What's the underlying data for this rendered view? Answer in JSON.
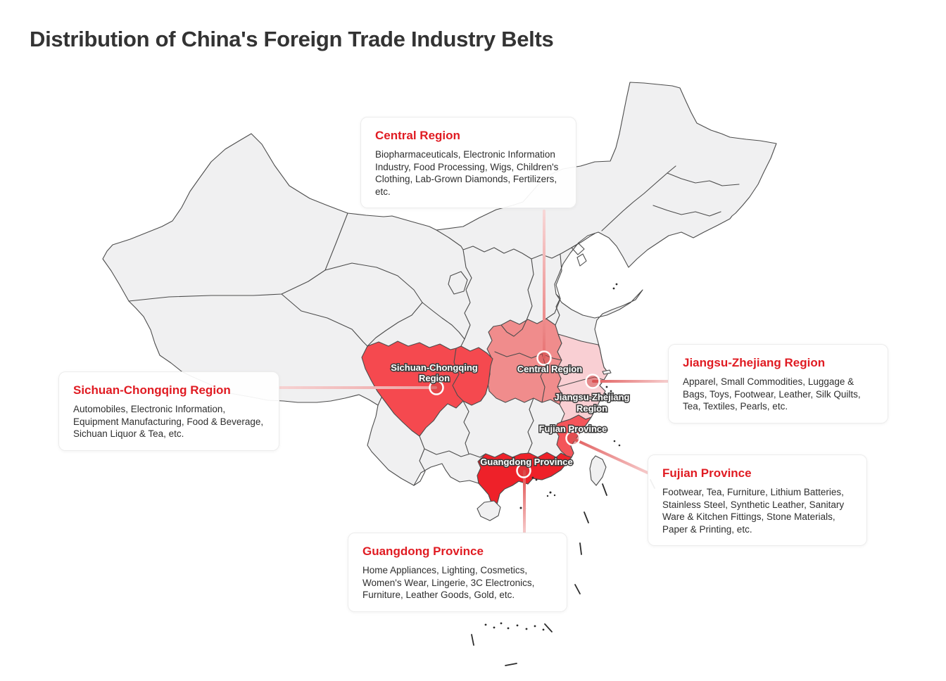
{
  "page": {
    "title": "Distribution of China's Foreign Trade Industry Belts"
  },
  "colors": {
    "province_gray": "#f0f0f1",
    "border_gray": "#4c4c4c",
    "sichuan_chongqing": "#f5494f",
    "central": "#f08c8c",
    "jiangsu_zhejiang": "#f9cfd3",
    "fujian": "#f4555a",
    "guangdong": "#ee2129",
    "callout_title_red": "#e01b22"
  },
  "map_labels": {
    "sichuan_line1": "Sichuan-Chongqing",
    "sichuan_line2": "Region",
    "central": "Central Region",
    "jiangsu_line1": "Jiangsu-Zhejiang",
    "jiangsu_line2": "Region",
    "fujian": "Fujian Province",
    "guangdong": "Guangdong Province"
  },
  "callouts": {
    "central": {
      "title": "Central Region",
      "body": "Biopharmaceuticals, Electronic Information Industry, Food Processing, Wigs, Children's Clothing, Lab-Grown Diamonds, Fertilizers, etc."
    },
    "sichuan": {
      "title": "Sichuan-Chongqing Region",
      "body": "Automobiles, Electronic Information, Equipment Manufacturing, Food & Beverage, Sichuan Liquor & Tea, etc."
    },
    "jiangsu": {
      "title": "Jiangsu-Zhejiang Region",
      "body": "Apparel, Small Commodities, Luggage & Bags, Toys, Footwear, Leather, Silk Quilts, Tea, Textiles, Pearls, etc."
    },
    "fujian": {
      "title": "Fujian Province",
      "body": "Footwear, Tea, Furniture, Lithium Batteries, Stainless Steel, Synthetic Leather, Sanitary Ware & Kitchen Fittings, Stone Materials, Paper & Printing, etc."
    },
    "guangdong": {
      "title": "Guangdong Province",
      "body": "Home Appliances, Lighting, Cosmetics, Women's Wear, Lingerie, 3C Electronics, Furniture, Leather Goods, Gold, etc."
    }
  }
}
